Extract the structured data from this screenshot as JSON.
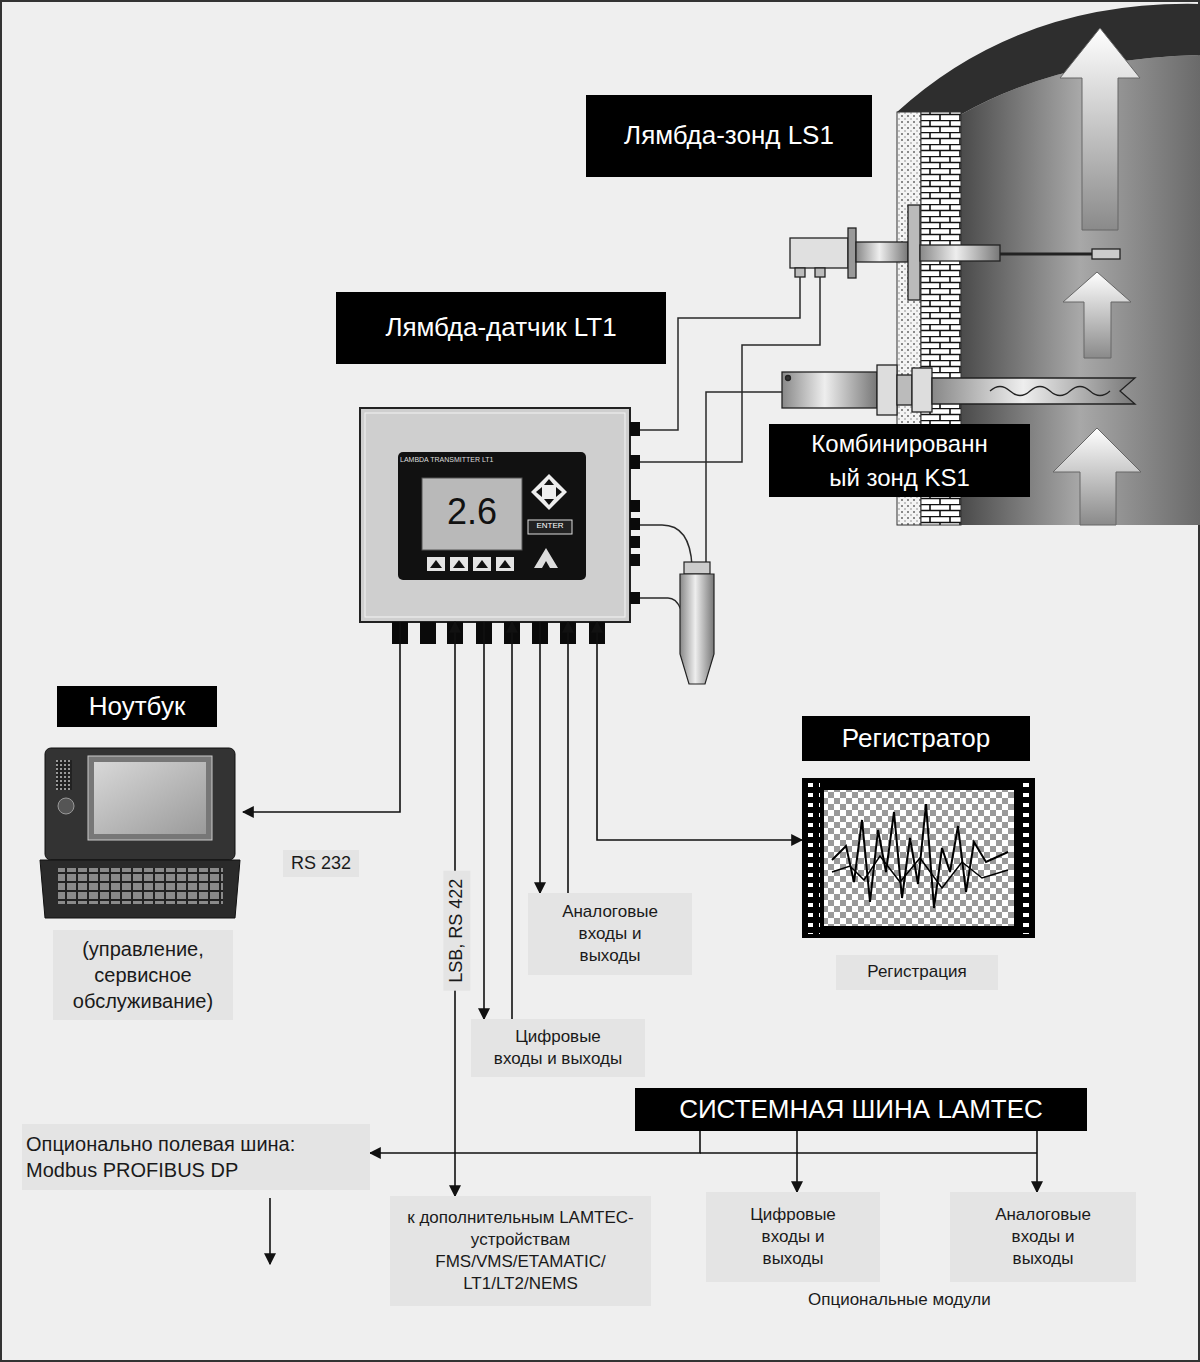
{
  "diagram": {
    "nodes": [
      {
        "text": [
          "Лямбда-зонд LS1"
        ]
      },
      {
        "text": [
          "Лямбда-датчик LT1"
        ]
      },
      {
        "text": [
          "LAMBDA TRANSMITTER LT1",
          "2.6",
          "ENTER"
        ]
      },
      {
        "text": [
          "Комбинированн ый зонд KS1"
        ]
      },
      {
        "text": [
          "Ноутбук"
        ]
      },
      {
        "text": [
          "Регистратор"
        ]
      },
      {
        "text": [
          "(управление, сервисное обслуживание)"
        ]
      },
      {
        "text": [
          "Аналоговые входы и выходы"
        ]
      },
      {
        "text": [
          "Регистрация"
        ]
      },
      {
        "text": [
          "Цифровые входы и выходы"
        ]
      },
      {
        "text": [
          "СИСТЕМНАЯ ШИНА LAMTEC"
        ]
      },
      {
        "text": [
          "Опционально полевая шина: Modbus PROFIBUS DP"
        ]
      },
      {
        "text": [
          "к дополнительным LAMTEC-устройствам FMS/VMS/ETAMATIC/ LT1/LT2/NEMS"
        ]
      },
      {
        "text": [
          "Цифровые входы и выходы"
        ]
      },
      {
        "text": [
          "Аналоговые входы и выходы"
        ]
      }
    ],
    "edges": [
      {
        "from": 2,
        "to": 4,
        "label": "RS 232",
        "arrow": "to"
      },
      {
        "from": 2,
        "to": 12,
        "label": "LSB, RS 422",
        "arrow": "both"
      },
      {
        "from": 2,
        "to": 9,
        "arrow": "to"
      },
      {
        "from": 9,
        "to": 2,
        "arrow": "to"
      },
      {
        "from": 2,
        "to": 7,
        "arrow": "to"
      },
      {
        "from": 7,
        "to": 2,
        "arrow": "to"
      },
      {
        "from": 2,
        "to": 5,
        "arrow": "both"
      },
      {
        "from": 10,
        "to": 11,
        "arrow": "to"
      },
      {
        "from": 10,
        "to": 13,
        "arrow": "to"
      },
      {
        "from": 10,
        "to": 14,
        "arrow": "to"
      }
    ],
    "labels": [
      "Опциональные модули"
    ]
  }
}
